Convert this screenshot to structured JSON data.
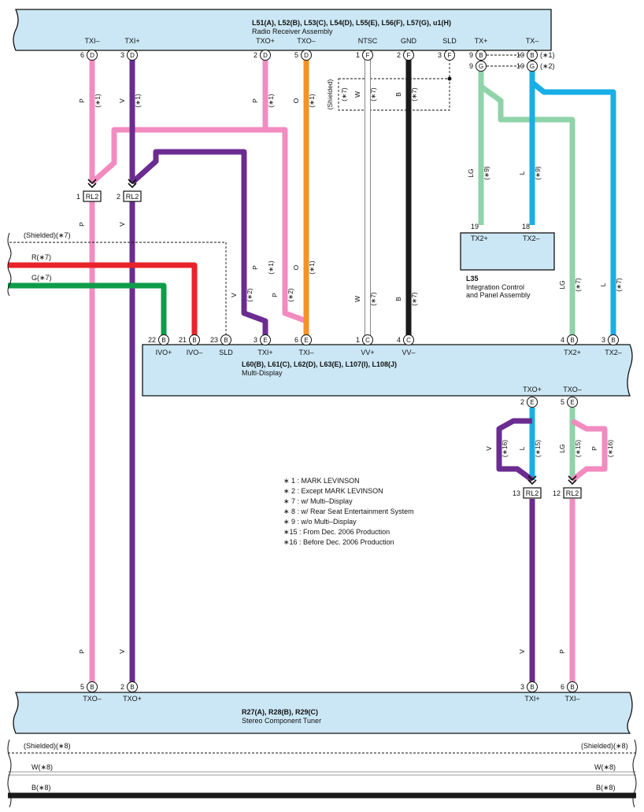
{
  "colors": {
    "pink": "#f28cc0",
    "violet": "#6b2c91",
    "orange": "#f39325",
    "black": "#1a1a1a",
    "white_wire": "#ffffff",
    "light_green": "#8fd3a8",
    "light_blue": "#18aee6",
    "red": "#e8232a",
    "green": "#0e9c4a",
    "connector_fill": "#cbe7f5"
  },
  "components": {
    "radio": {
      "title": "L51(A), L52(B), L53(C), L54(D), L55(E), L56(F), L57(G), u1(H)",
      "subtitle": "Radio Receiver Assembly"
    },
    "multi": {
      "title": "L60(B), L61(C), L62(D), L63(E), L107(I), L108(J)",
      "subtitle": "Multi-Display"
    },
    "l35": {
      "title": "L35",
      "subtitle1": "Integration Control",
      "subtitle2": "and Panel Assembly",
      "pin_tx2p": "TX2+",
      "pin_tx2m": "TX2–",
      "num_tx2p": "19",
      "num_tx2m": "18"
    },
    "tuner": {
      "title": "R27(A), R28(B), R29(C)",
      "subtitle": "Stereo Component Tuner"
    }
  },
  "radio_pins": [
    {
      "label": "TXI–",
      "num": "6",
      "conn": "D"
    },
    {
      "label": "TXI+",
      "num": "3",
      "conn": "D"
    },
    {
      "label": "TXO+",
      "num": "2",
      "conn": "D"
    },
    {
      "label": "TXO–",
      "num": "5",
      "conn": "D"
    },
    {
      "label": "NTSC",
      "num": "1",
      "conn": "F"
    },
    {
      "label": "GND",
      "num": "2",
      "conn": "F"
    },
    {
      "label": "SLD",
      "num": "3",
      "conn": "F"
    },
    {
      "label": "TX+",
      "num": "9",
      "conn": "B",
      "alt_num": "9",
      "alt_conn": "G"
    },
    {
      "label": "TX–",
      "num": "10",
      "conn": "B",
      "alt_num": "10",
      "alt_conn": "G",
      "note1": "(∗1)",
      "note2": "(∗2)"
    }
  ],
  "multi_top_pins": [
    {
      "label": "IVO+",
      "num": "22",
      "conn": "B"
    },
    {
      "label": "IVO–",
      "num": "21",
      "conn": "B"
    },
    {
      "label": "SLD",
      "num": "23",
      "conn": "B"
    },
    {
      "label": "TXI+",
      "num": "3",
      "conn": "E"
    },
    {
      "label": "TXI–",
      "num": "6",
      "conn": "E"
    },
    {
      "label": "VV+",
      "num": "1",
      "conn": "C"
    },
    {
      "label": "VV–",
      "num": "4",
      "conn": "C"
    },
    {
      "label": "TX2+",
      "num": "4",
      "conn": "B"
    },
    {
      "label": "TX2–",
      "num": "3",
      "conn": "B"
    }
  ],
  "multi_bottom_pins": [
    {
      "label": "TXO+",
      "num": "2",
      "conn": "E"
    },
    {
      "label": "TXO–",
      "num": "5",
      "conn": "E"
    }
  ],
  "tuner_pins": [
    {
      "label": "TXO–",
      "num": "5",
      "conn": "B"
    },
    {
      "label": "TXO+",
      "num": "2",
      "conn": "B"
    },
    {
      "label": "TXI+",
      "num": "3",
      "conn": "B"
    },
    {
      "label": "TXI–",
      "num": "6",
      "conn": "B"
    }
  ],
  "junctions": [
    {
      "num": "1",
      "label": "RL2"
    },
    {
      "num": "2",
      "label": "RL2"
    },
    {
      "num": "13",
      "label": "RL2"
    },
    {
      "num": "12",
      "label": "RL2"
    }
  ],
  "wire_labels": {
    "p": "P",
    "v": "V",
    "o": "O",
    "w": "W",
    "b": "B",
    "lg": "LG",
    "l": "L",
    "n1": "(∗1)",
    "n2": "(∗2)",
    "n7": "(∗7)",
    "n9": "(∗9)",
    "n15": "(∗15)",
    "n16": "(∗16)"
  },
  "side_wires": {
    "shielded7": "(Shielded)(∗7)",
    "r7": "R(∗7)",
    "g7": "G(∗7)",
    "shielded_box": "(Shielded)",
    "shielded8": "(Shielded)(∗8)",
    "w8": "W(∗8)",
    "b8": "B(∗8)"
  },
  "notes": [
    "∗ 1 : MARK LEVINSON",
    "∗ 2 : Except MARK LEVINSON",
    "∗ 7 : w/ Multi–Display",
    "∗ 8 : w/ Rear Seat Entertainment System",
    "∗ 9 : w/o Multi–Display",
    "∗15 : From Dec.  2006 Production",
    "∗16 : Before Dec.  2006 Production"
  ]
}
